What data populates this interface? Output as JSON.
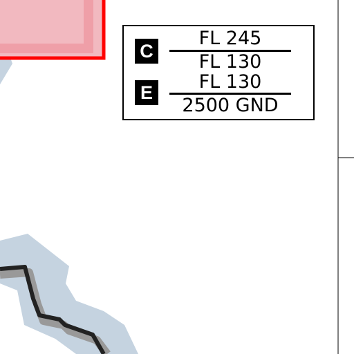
{
  "map": {
    "colors": {
      "restricted_area_fill": "#f2b9c0",
      "restricted_area_border": "#ff0000",
      "coastline": "#222222",
      "coast_shadow": "#999999",
      "shore_halo": "#c5d3e0",
      "sheet_border": "#000000"
    }
  },
  "airspace_label": {
    "class_c": {
      "letter": "C",
      "upper_limit": "FL 245",
      "lower_limit": "FL 130"
    },
    "class_e": {
      "letter": "E",
      "upper_limit": "FL 130",
      "lower_limit": "2500 GND"
    }
  }
}
